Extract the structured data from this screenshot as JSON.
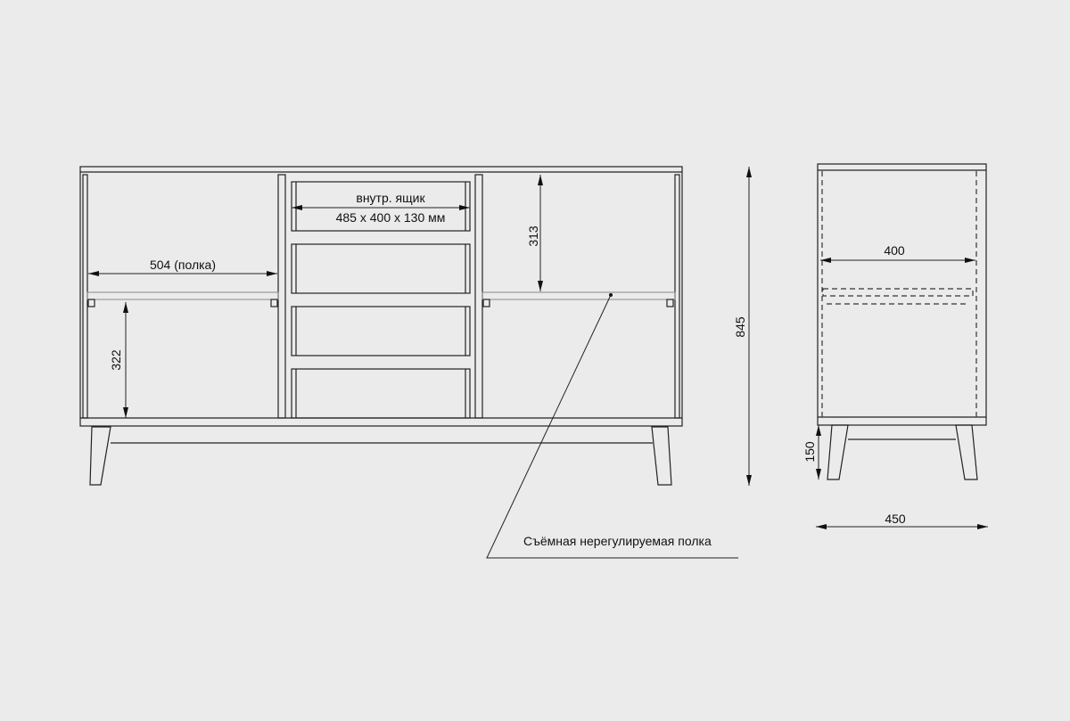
{
  "front_view": {
    "shelf_width_label": "504 (полка)",
    "shelf_height_label": "322",
    "drawer_label_line1": "внутр. ящик",
    "drawer_label_line2": "485 x 400 x 130 мм",
    "upper_height_label": "313",
    "total_height_label": "845",
    "shelf_note": "Съёмная нерегулируемая  полка"
  },
  "side_view": {
    "inner_depth_label": "400",
    "leg_height_label": "150",
    "total_depth_label": "450"
  }
}
